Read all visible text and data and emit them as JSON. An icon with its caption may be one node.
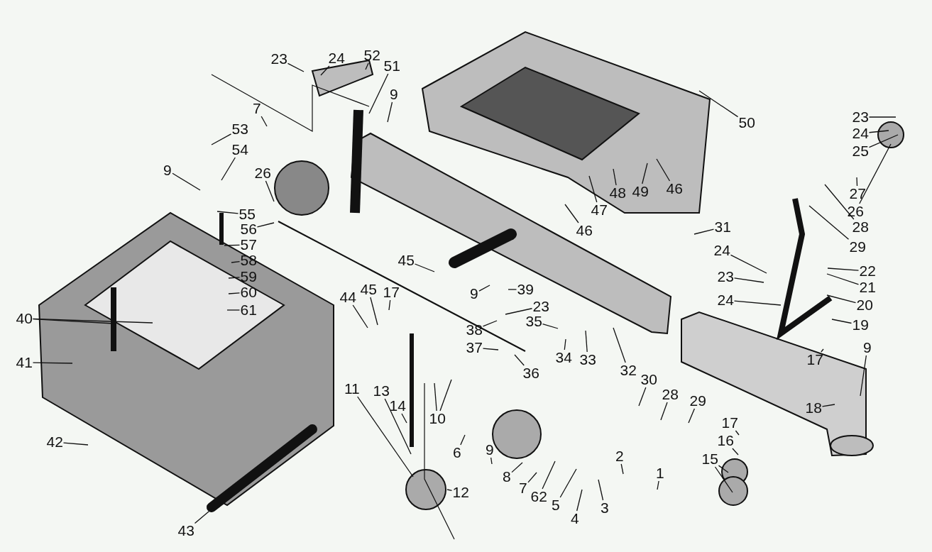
{
  "diagram": {
    "nodes": [
      {
        "text": [
          "52"
        ]
      },
      {
        "text": [
          "23"
        ]
      },
      {
        "text": [
          "24"
        ]
      },
      {
        "text": [
          "51"
        ]
      },
      {
        "text": [
          "9"
        ]
      },
      {
        "text": [
          "7"
        ]
      },
      {
        "text": [
          "50"
        ]
      },
      {
        "text": [
          "23"
        ]
      },
      {
        "text": [
          "24"
        ]
      },
      {
        "text": [
          "25"
        ]
      },
      {
        "text": [
          "53"
        ]
      },
      {
        "text": [
          "54"
        ]
      },
      {
        "text": [
          "9"
        ]
      },
      {
        "text": [
          "26"
        ]
      },
      {
        "text": [
          "48"
        ]
      },
      {
        "text": [
          "49"
        ]
      },
      {
        "text": [
          "46"
        ]
      },
      {
        "text": [
          "27"
        ]
      },
      {
        "text": [
          "26"
        ]
      },
      {
        "text": [
          "28"
        ]
      },
      {
        "text": [
          "47"
        ]
      },
      {
        "text": [
          "46"
        ]
      },
      {
        "text": [
          "55"
        ]
      },
      {
        "text": [
          "56"
        ]
      },
      {
        "text": [
          "31"
        ]
      },
      {
        "text": [
          "57"
        ]
      },
      {
        "text": [
          "29"
        ]
      },
      {
        "text": [
          "24"
        ]
      },
      {
        "text": [
          "58"
        ]
      },
      {
        "text": [
          "45"
        ]
      },
      {
        "text": [
          "22"
        ]
      },
      {
        "text": [
          "59"
        ]
      },
      {
        "text": [
          "23"
        ]
      },
      {
        "text": [
          "21"
        ]
      },
      {
        "text": [
          "39"
        ]
      },
      {
        "text": [
          "60"
        ]
      },
      {
        "text": [
          "45"
        ]
      },
      {
        "text": [
          "17"
        ]
      },
      {
        "text": [
          "9"
        ]
      },
      {
        "text": [
          "24"
        ]
      },
      {
        "text": [
          "20"
        ]
      },
      {
        "text": [
          "61"
        ]
      },
      {
        "text": [
          "44"
        ]
      },
      {
        "text": [
          "23"
        ]
      },
      {
        "text": [
          "40"
        ]
      },
      {
        "text": [
          "35"
        ]
      },
      {
        "text": [
          "19"
        ]
      },
      {
        "text": [
          "38"
        ]
      },
      {
        "text": [
          "9"
        ]
      },
      {
        "text": [
          "17"
        ]
      },
      {
        "text": [
          "34"
        ]
      },
      {
        "text": [
          "33"
        ]
      },
      {
        "text": [
          "32"
        ]
      },
      {
        "text": [
          "37"
        ]
      },
      {
        "text": [
          "36"
        ]
      },
      {
        "text": [
          "41"
        ]
      },
      {
        "text": [
          "11"
        ]
      },
      {
        "text": [
          "13"
        ]
      },
      {
        "text": [
          "14"
        ]
      },
      {
        "text": [
          "30"
        ]
      },
      {
        "text": [
          "28"
        ]
      },
      {
        "text": [
          "29"
        ]
      },
      {
        "text": [
          "18"
        ]
      },
      {
        "text": [
          "17"
        ]
      },
      {
        "text": [
          "10"
        ]
      },
      {
        "text": [
          "6"
        ]
      },
      {
        "text": [
          "16"
        ]
      },
      {
        "text": [
          "9"
        ]
      },
      {
        "text": [
          "15"
        ]
      },
      {
        "text": [
          "2"
        ]
      },
      {
        "text": [
          "1"
        ]
      },
      {
        "text": [
          "42"
        ]
      },
      {
        "text": [
          "8"
        ]
      },
      {
        "text": [
          "12"
        ]
      },
      {
        "text": [
          "7"
        ]
      },
      {
        "text": [
          "62"
        ]
      },
      {
        "text": [
          "5"
        ]
      },
      {
        "text": [
          "3"
        ]
      },
      {
        "text": [
          "4"
        ]
      },
      {
        "text": [
          "43"
        ]
      }
    ],
    "edges": [
      {
        "from": 0,
        "to": null,
        "arrow": "none"
      },
      {
        "from": 1,
        "to": null,
        "arrow": "none"
      },
      {
        "from": 2,
        "to": null,
        "arrow": "none"
      },
      {
        "from": 3,
        "to": null,
        "arrow": "none"
      },
      {
        "from": 4,
        "to": null,
        "arrow": "none"
      },
      {
        "from": 5,
        "to": null,
        "arrow": "none"
      },
      {
        "from": 6,
        "to": null,
        "arrow": "none"
      },
      {
        "from": 7,
        "to": null,
        "arrow": "none"
      },
      {
        "from": 8,
        "to": null,
        "arrow": "none"
      },
      {
        "from": 9,
        "to": null,
        "arrow": "none"
      },
      {
        "from": 10,
        "to": null,
        "arrow": "none"
      },
      {
        "from": 11,
        "to": null,
        "arrow": "none"
      },
      {
        "from": 12,
        "to": null,
        "arrow": "none"
      },
      {
        "from": 13,
        "to": null,
        "arrow": "none"
      },
      {
        "from": 14,
        "to": null,
        "arrow": "none"
      },
      {
        "from": 15,
        "to": null,
        "arrow": "none"
      },
      {
        "from": 16,
        "to": null,
        "arrow": "none"
      },
      {
        "from": 17,
        "to": null,
        "arrow": "none"
      },
      {
        "from": 18,
        "to": null,
        "arrow": "none"
      },
      {
        "from": 19,
        "to": null,
        "arrow": "none"
      },
      {
        "from": 20,
        "to": null,
        "arrow": "none"
      },
      {
        "from": 21,
        "to": null,
        "arrow": "none"
      },
      {
        "from": 22,
        "to": null,
        "arrow": "none"
      },
      {
        "from": 23,
        "to": null,
        "arrow": "none"
      },
      {
        "from": 24,
        "to": null,
        "arrow": "none"
      },
      {
        "from": 25,
        "to": null,
        "arrow": "none"
      },
      {
        "from": 26,
        "to": null,
        "arrow": "none"
      },
      {
        "from": 27,
        "to": null,
        "arrow": "none"
      },
      {
        "from": 28,
        "to": null,
        "arrow": "none"
      },
      {
        "from": 29,
        "to": null,
        "arrow": "none"
      },
      {
        "from": 30,
        "to": null,
        "arrow": "none"
      },
      {
        "from": 31,
        "to": null,
        "arrow": "none"
      },
      {
        "from": 32,
        "to": null,
        "arrow": "none"
      },
      {
        "from": 33,
        "to": null,
        "arrow": "none"
      },
      {
        "from": 34,
        "to": null,
        "arrow": "none"
      },
      {
        "from": 35,
        "to": null,
        "arrow": "none"
      },
      {
        "from": 36,
        "to": null,
        "arrow": "none"
      },
      {
        "from": 37,
        "to": null,
        "arrow": "none"
      },
      {
        "from": 38,
        "to": null,
        "arrow": "none"
      },
      {
        "from": 39,
        "to": null,
        "arrow": "none"
      },
      {
        "from": 40,
        "to": null,
        "arrow": "none"
      },
      {
        "from": 41,
        "to": null,
        "arrow": "none"
      },
      {
        "from": 42,
        "to": null,
        "arrow": "none"
      },
      {
        "from": 43,
        "to": null,
        "arrow": "none"
      },
      {
        "from": 44,
        "to": null,
        "arrow": "none"
      },
      {
        "from": 44,
        "to": null,
        "arrow": "none"
      },
      {
        "from": 45,
        "to": null,
        "arrow": "none"
      },
      {
        "from": 46,
        "to": null,
        "arrow": "none"
      },
      {
        "from": 47,
        "to": null,
        "arrow": "none"
      },
      {
        "from": 48,
        "to": null,
        "arrow": "none"
      },
      {
        "from": 49,
        "to": null,
        "arrow": "none"
      },
      {
        "from": 50,
        "to": null,
        "arrow": "none"
      },
      {
        "from": 51,
        "to": null,
        "arrow": "none"
      },
      {
        "from": 52,
        "to": null,
        "arrow": "none"
      },
      {
        "from": 53,
        "to": null,
        "arrow": "none"
      },
      {
        "from": 54,
        "to": null,
        "arrow": "none"
      },
      {
        "from": 55,
        "to": null,
        "arrow": "none"
      },
      {
        "from": 56,
        "to": null,
        "arrow": "none"
      },
      {
        "from": 57,
        "to": null,
        "arrow": "none"
      },
      {
        "from": 58,
        "to": null,
        "arrow": "none"
      },
      {
        "from": 59,
        "to": null,
        "arrow": "none"
      },
      {
        "from": 60,
        "to": null,
        "arrow": "none"
      },
      {
        "from": 61,
        "to": null,
        "arrow": "none"
      },
      {
        "from": 62,
        "to": null,
        "arrow": "none"
      },
      {
        "from": 63,
        "to": null,
        "arrow": "none"
      },
      {
        "from": 64,
        "to": null,
        "arrow": "none"
      },
      {
        "from": 64,
        "to": null,
        "arrow": "none"
      },
      {
        "from": 65,
        "to": null,
        "arrow": "none"
      },
      {
        "from": 66,
        "to": null,
        "arrow": "none"
      },
      {
        "from": 67,
        "to": null,
        "arrow": "none"
      },
      {
        "from": 68,
        "to": null,
        "arrow": "none"
      },
      {
        "from": 68,
        "to": null,
        "arrow": "none"
      },
      {
        "from": 69,
        "to": null,
        "arrow": "none"
      },
      {
        "from": 70,
        "to": null,
        "arrow": "none"
      },
      {
        "from": 71,
        "to": null,
        "arrow": "none"
      },
      {
        "from": 72,
        "to": null,
        "arrow": "none"
      },
      {
        "from": 73,
        "to": null,
        "arrow": "none"
      },
      {
        "from": 74,
        "to": null,
        "arrow": "none"
      },
      {
        "from": 75,
        "to": null,
        "arrow": "none"
      },
      {
        "from": 76,
        "to": null,
        "arrow": "none"
      },
      {
        "from": 77,
        "to": null,
        "arrow": "none"
      },
      {
        "from": 78,
        "to": null,
        "arrow": "none"
      },
      {
        "from": 79,
        "to": null,
        "arrow": "none"
      }
    ]
  }
}
